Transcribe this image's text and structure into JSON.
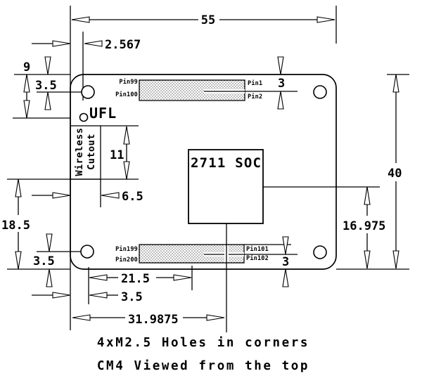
{
  "drawing": {
    "caption": {
      "line1": "4xM2.5 Holes in corners",
      "line2": "CM4 Viewed from the top"
    },
    "board": {
      "soc_label": "2711 SOC",
      "ufl_label": "UFL",
      "cutout_label_line1": "Wireless",
      "cutout_label_line2": "Cutout"
    },
    "dims": {
      "overall_width": "55",
      "overall_height": "40",
      "pin_column_offset": "2.567",
      "ufl_from_top": "9",
      "hole_offset_top": "3.5",
      "pin_row_top": "3",
      "cutout_height": "11",
      "cutout_width": "6.5",
      "cutout_to_bottom": "18.5",
      "hole_offset_bottom": "3.5",
      "pin_row_bottom": "3",
      "connector_from_hole": "21.5",
      "hole_from_left_edge": "3.5",
      "soc_center_from_left": "31.9875",
      "soc_center_from_bottom": "16.975"
    },
    "pins": {
      "top_left_upper": "Pin99",
      "top_left_lower": "Pin100",
      "top_right_upper": "Pin1",
      "top_right_lower": "Pin2",
      "bottom_left_upper": "Pin199",
      "bottom_left_lower": "Pin200",
      "bottom_right_upper": "Pin101",
      "bottom_right_lower": "Pin102"
    }
  }
}
